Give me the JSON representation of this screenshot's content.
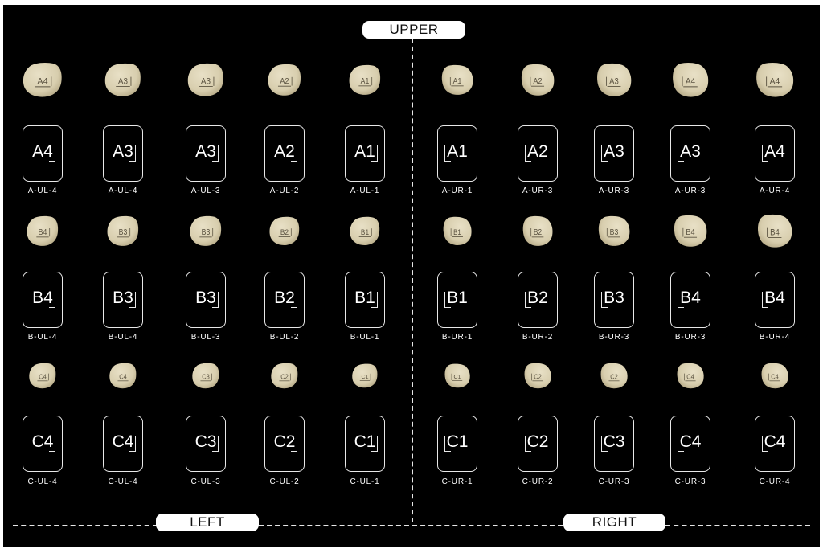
{
  "labels": {
    "upper": "UPPER",
    "left": "LEFT",
    "right": "RIGHT"
  },
  "colors": {
    "tooth_fill": "#d8ceae",
    "tooth_shade": "#b9ad8a",
    "background": "#000000",
    "line": "#ffffff"
  },
  "rows": [
    {
      "left": [
        {
          "tooth": "A4",
          "card": "A4",
          "code": "A-UL-4"
        },
        {
          "tooth": "A3",
          "card": "A3",
          "code": "A-UL-4"
        },
        {
          "tooth": "A3",
          "card": "A3",
          "code": "A-UL-3"
        },
        {
          "tooth": "A2",
          "card": "A2",
          "code": "A-UL-2"
        },
        {
          "tooth": "A1",
          "card": "A1",
          "code": "A-UL-1"
        }
      ],
      "right": [
        {
          "tooth": "A1",
          "card": "A1",
          "code": "A-UR-1"
        },
        {
          "tooth": "A2",
          "card": "A2",
          "code": "A-UR-3"
        },
        {
          "tooth": "A3",
          "card": "A3",
          "code": "A-UR-3"
        },
        {
          "tooth": "A4",
          "card": "A3",
          "code": "A-UR-3"
        },
        {
          "tooth": "A4",
          "card": "A4",
          "code": "A-UR-4"
        }
      ]
    },
    {
      "left": [
        {
          "tooth": "B4",
          "card": "B4",
          "code": "B-UL-4"
        },
        {
          "tooth": "B3",
          "card": "B3",
          "code": "B-UL-4"
        },
        {
          "tooth": "B3",
          "card": "B3",
          "code": "B-UL-3"
        },
        {
          "tooth": "B2",
          "card": "B2",
          "code": "B-UL-2"
        },
        {
          "tooth": "B1",
          "card": "B1",
          "code": "B-UL-1"
        }
      ],
      "right": [
        {
          "tooth": "B1",
          "card": "B1",
          "code": "B-UR-1"
        },
        {
          "tooth": "B2",
          "card": "B2",
          "code": "B-UR-2"
        },
        {
          "tooth": "B3",
          "card": "B3",
          "code": "B-UR-3"
        },
        {
          "tooth": "B4",
          "card": "B4",
          "code": "B-UR-3"
        },
        {
          "tooth": "B4",
          "card": "B4",
          "code": "B-UR-4"
        }
      ]
    },
    {
      "left": [
        {
          "tooth": "C4",
          "card": "C4",
          "code": "C-UL-4"
        },
        {
          "tooth": "C4",
          "card": "C4",
          "code": "C-UL-4"
        },
        {
          "tooth": "C3",
          "card": "C3",
          "code": "C-UL-3"
        },
        {
          "tooth": "C2",
          "card": "C2",
          "code": "C-UL-2"
        },
        {
          "tooth": "C1",
          "card": "C1",
          "code": "C-UL-1"
        }
      ],
      "right": [
        {
          "tooth": "C1",
          "card": "C1",
          "code": "C-UR-1"
        },
        {
          "tooth": "C2",
          "card": "C2",
          "code": "C-UR-2"
        },
        {
          "tooth": "C2",
          "card": "C3",
          "code": "C-UR-3"
        },
        {
          "tooth": "C4",
          "card": "C4",
          "code": "C-UR-3"
        },
        {
          "tooth": "C4",
          "card": "C4",
          "code": "C-UR-4"
        }
      ]
    }
  ]
}
